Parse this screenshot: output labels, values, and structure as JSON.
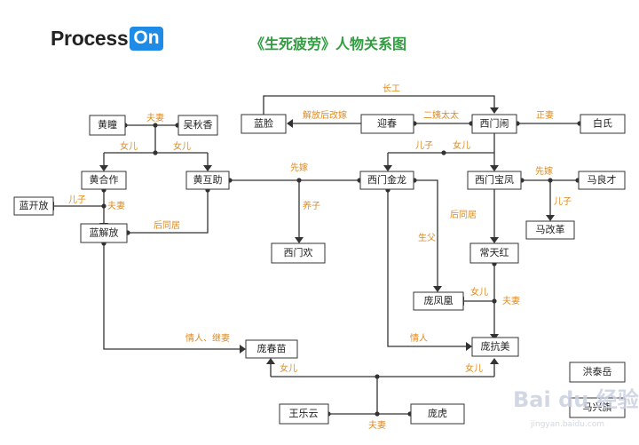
{
  "header": {
    "logo_text": "Process",
    "logo_badge": "On",
    "title": "《生死疲劳》人物关系图"
  },
  "colors": {
    "label": "#e08a1e",
    "title": "#2e9e3e",
    "logo_badge": "#1e8ce6"
  },
  "nodes": {
    "huangtong": "黄瞳",
    "wuqiuxiang": "吴秋香",
    "lanlian": "蓝脸",
    "yingchun": "迎春",
    "ximennao": "西门闹",
    "baishi": "白氏",
    "huanghezuo": "黄合作",
    "huanghuzhu": "黄互助",
    "ximenjinlong": "西门金龙",
    "ximenbaofeng": "西门宝凤",
    "maliangcai": "马良才",
    "lankaifang": "蓝开放",
    "lanjiefang": "蓝解放",
    "magaige": "马改革",
    "changtianhong": "常天红",
    "ximenhuan": "西门欢",
    "pangfenghuang": "庞凤凰",
    "pangkangmei": "庞抗美",
    "pangchunmiao": "庞春苗",
    "wangleyun": "王乐云",
    "panghu": "庞虎",
    "hongtaiyue": "洪泰岳",
    "extra_partial": "马兴旗"
  },
  "labels": {
    "changgong": "长工",
    "jiefang_gaijia": "解放后改嫁",
    "eryitaitai": "二姨太太",
    "zhengqi": "正妻",
    "fuqi": "夫妻",
    "nver": "女儿",
    "erzi": "儿子",
    "xianjia": "先嫁",
    "yangzi": "养子",
    "houtongju": "后同居",
    "shengfu": "生父",
    "qingren": "情人",
    "qingren_jiqi": "情人、继妻"
  },
  "watermark": {
    "brand": "Bai du 经验",
    "url": "jingyan.baidu.com"
  }
}
